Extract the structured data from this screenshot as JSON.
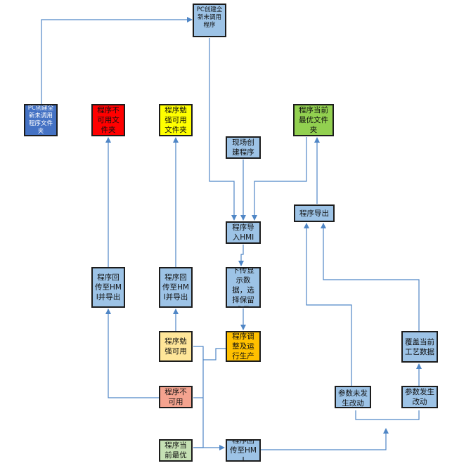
{
  "colors": {
    "line": "#4f86c6",
    "box_default": "#9dc3e6",
    "box_dark_blue": "#4472c4",
    "box_red": "#ff0000",
    "box_yellow": "#ffff00",
    "box_green": "#92d050",
    "box_orange": "#ffc000",
    "box_light_yellow": "#ffe699",
    "box_salmon": "#f4a38f",
    "box_light_green": "#c5e0b4"
  },
  "nodes": {
    "pc_create_new": "PC创建全新未调用程序",
    "pc_new_folder": "PC创建全新未调用程序文件夹",
    "unusable_folder": "程序不可用文件夹",
    "barely_usable_folder": "程序勉强可用文件夹",
    "best_folder": "程序当前最优文件夹",
    "onsite_create": "现场创建程序",
    "import_hmi": "程序导入HMI",
    "export_program": "程序导出",
    "upload_export_left": "程序回传至HMI并导出",
    "upload_export_mid": "程序回传至HMI并导出",
    "download_prompt": "下传显示数据，选择保留参数",
    "adjust_run": "程序调整及运行生产",
    "overwrite_params": "覆盖当前工艺数据",
    "barely_usable": "程序勉强可用",
    "unusable": "程序不可用",
    "params_unchanged": "参数未发生改动",
    "params_changed": "参数发生改动",
    "current_best": "程序当前最优",
    "upload_hmi": "程序回传至HMI"
  }
}
